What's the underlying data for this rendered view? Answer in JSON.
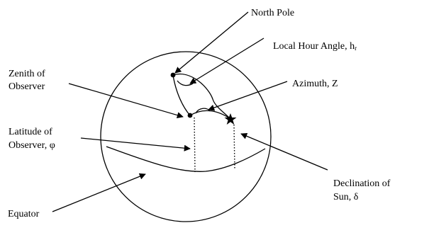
{
  "labels": {
    "north_pole": "North Pole",
    "local_hour_angle": "Local Hour Angle, h",
    "local_hour_angle_sub": "r",
    "azimuth": "Azimuth, Z",
    "zenith_line1": "Zenith of",
    "zenith_line2": "Observer",
    "latitude_line1": "Latitude of",
    "latitude_line2": "Observer, φ",
    "declination_line1": "Declination of",
    "declination_line2": "Sun, δ",
    "equator": "Equator"
  }
}
